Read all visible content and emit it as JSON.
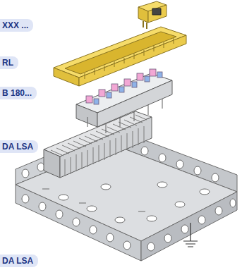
{
  "diagram": {
    "labels": [
      "XXX ...",
      "RL",
      "B 180...",
      "DA LSA",
      "DA LSA"
    ]
  }
}
